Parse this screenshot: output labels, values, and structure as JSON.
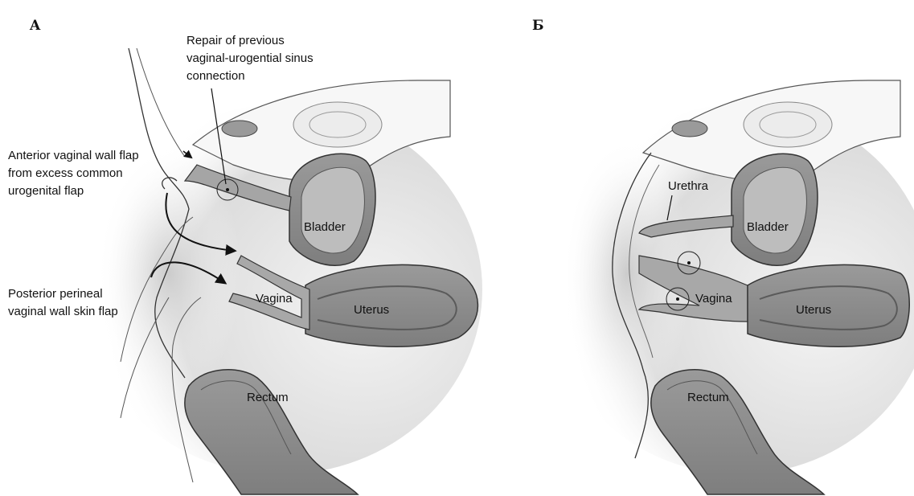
{
  "panels": {
    "left": {
      "letter": "A",
      "annotations": {
        "repair": [
          "Repair of previous",
          "vaginal-urogential sinus",
          "connection"
        ],
        "anterior": [
          "Anterior vaginal wall flap",
          "from excess common",
          "urogenital flap"
        ],
        "posterior": [
          "Posterior perineal",
          "vaginal wall skin flap"
        ]
      },
      "organs": {
        "bladder": "Bladder",
        "vagina": "Vagina",
        "uterus": "Uterus",
        "rectum": "Rectum"
      }
    },
    "right": {
      "letter": "Б",
      "organs": {
        "urethra": "Urethra",
        "bladder": "Bladder",
        "vagina": "Vagina",
        "uterus": "Uterus",
        "rectum": "Rectum"
      }
    }
  }
}
